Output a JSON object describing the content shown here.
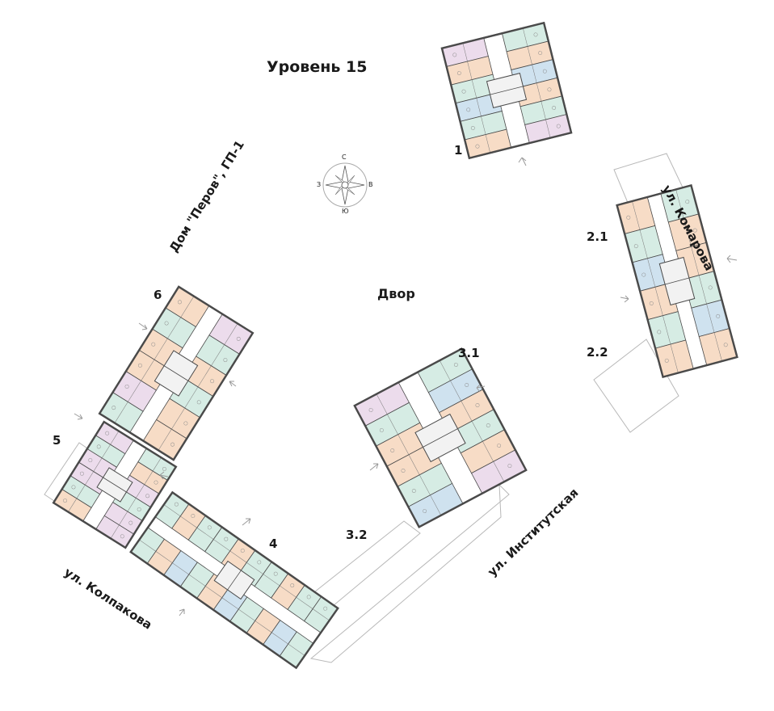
{
  "title": "Уровень 15",
  "courtyard": "Двор",
  "compass": {
    "north": "С",
    "south": "Ю",
    "east": "В",
    "west": "З"
  },
  "streets": {
    "komarova": "ул. Комарова",
    "institutskaya": "ул. Институтская",
    "kolpakova": "ул. Колпакова",
    "perov": "Дом \"Перов\", ГП-1"
  },
  "sections": [
    "1",
    "2.1",
    "2.2",
    "3.1",
    "3.2",
    "4",
    "5",
    "6"
  ],
  "colors": {
    "wall": "#4a4a4a",
    "corridor": "#ffffff",
    "peach": "#f7dcc6",
    "mint": "#d6ece4",
    "blue": "#cfe2ef",
    "lilac": "#ecdcec",
    "line": "#b8b8b8"
  }
}
